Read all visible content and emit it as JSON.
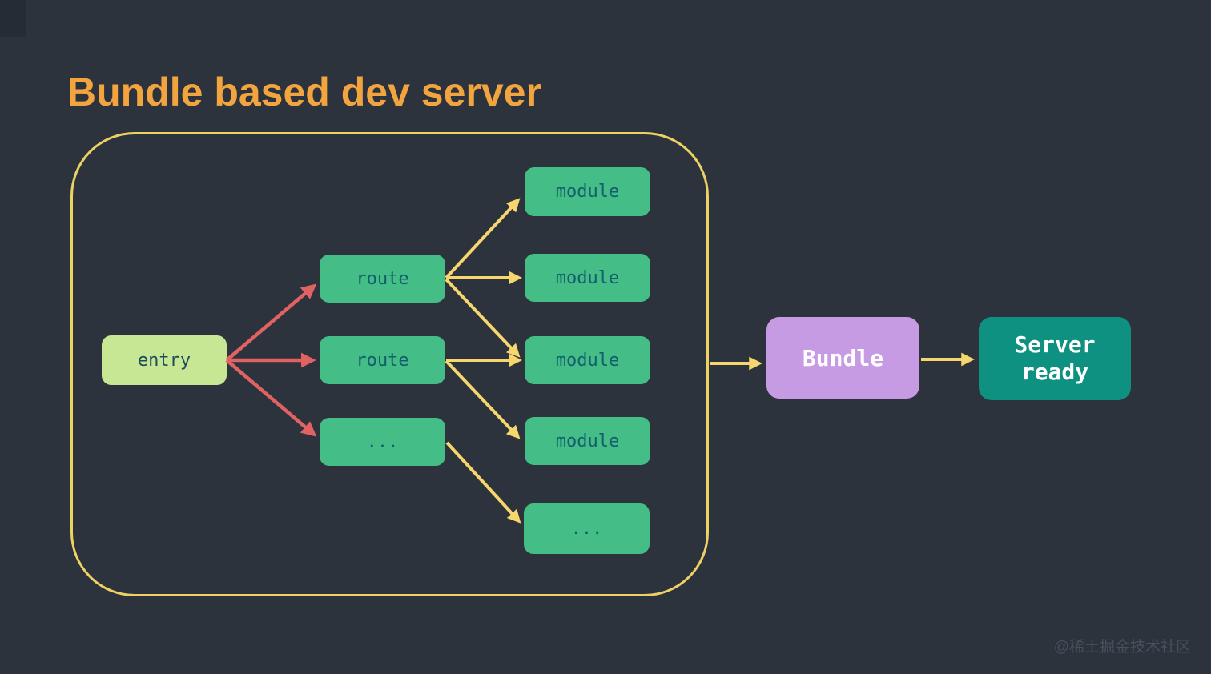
{
  "title": "Bundle based dev server",
  "watermark": "@稀土掘金技术社区",
  "colors": {
    "background": "#2d333d",
    "corner_shade": "#262c36",
    "title": "#f2a43f",
    "container_border": "#eed164",
    "arrow_yellow": "#f6d66d",
    "arrow_red": "#e06262",
    "node_green": "#44bd87",
    "node_entry_bg": "#c7e795",
    "node_text_dark": "#155e6e",
    "node_bundle_bg": "#c79be4",
    "node_server_bg": "#0e9180",
    "node_text_light": "#ffffff",
    "watermark_color": "#49505b"
  },
  "diagram": {
    "nodes": [
      {
        "id": "entry",
        "label": "entry"
      },
      {
        "id": "route-1",
        "label": "route"
      },
      {
        "id": "route-2",
        "label": "route"
      },
      {
        "id": "routes-ellipsis",
        "label": "..."
      },
      {
        "id": "module-1",
        "label": "module"
      },
      {
        "id": "module-2",
        "label": "module"
      },
      {
        "id": "module-3",
        "label": "module"
      },
      {
        "id": "module-4",
        "label": "module"
      },
      {
        "id": "modules-ellipsis",
        "label": "..."
      },
      {
        "id": "bundle",
        "label": "Bundle"
      },
      {
        "id": "server-ready",
        "label": "Server ready"
      }
    ],
    "edges": [
      {
        "from": "entry",
        "to": "route-1",
        "color": "red"
      },
      {
        "from": "entry",
        "to": "route-2",
        "color": "red"
      },
      {
        "from": "entry",
        "to": "routes-ellipsis",
        "color": "red"
      },
      {
        "from": "route-1",
        "to": "module-1",
        "color": "yellow"
      },
      {
        "from": "route-1",
        "to": "module-2",
        "color": "yellow"
      },
      {
        "from": "route-1",
        "to": "module-3",
        "color": "yellow"
      },
      {
        "from": "route-2",
        "to": "module-3",
        "color": "yellow"
      },
      {
        "from": "route-2",
        "to": "module-4",
        "color": "yellow"
      },
      {
        "from": "routes-ellipsis",
        "to": "modules-ellipsis",
        "color": "yellow"
      },
      {
        "from": "container",
        "to": "bundle",
        "color": "yellow"
      },
      {
        "from": "bundle",
        "to": "server-ready",
        "color": "yellow"
      }
    ]
  }
}
